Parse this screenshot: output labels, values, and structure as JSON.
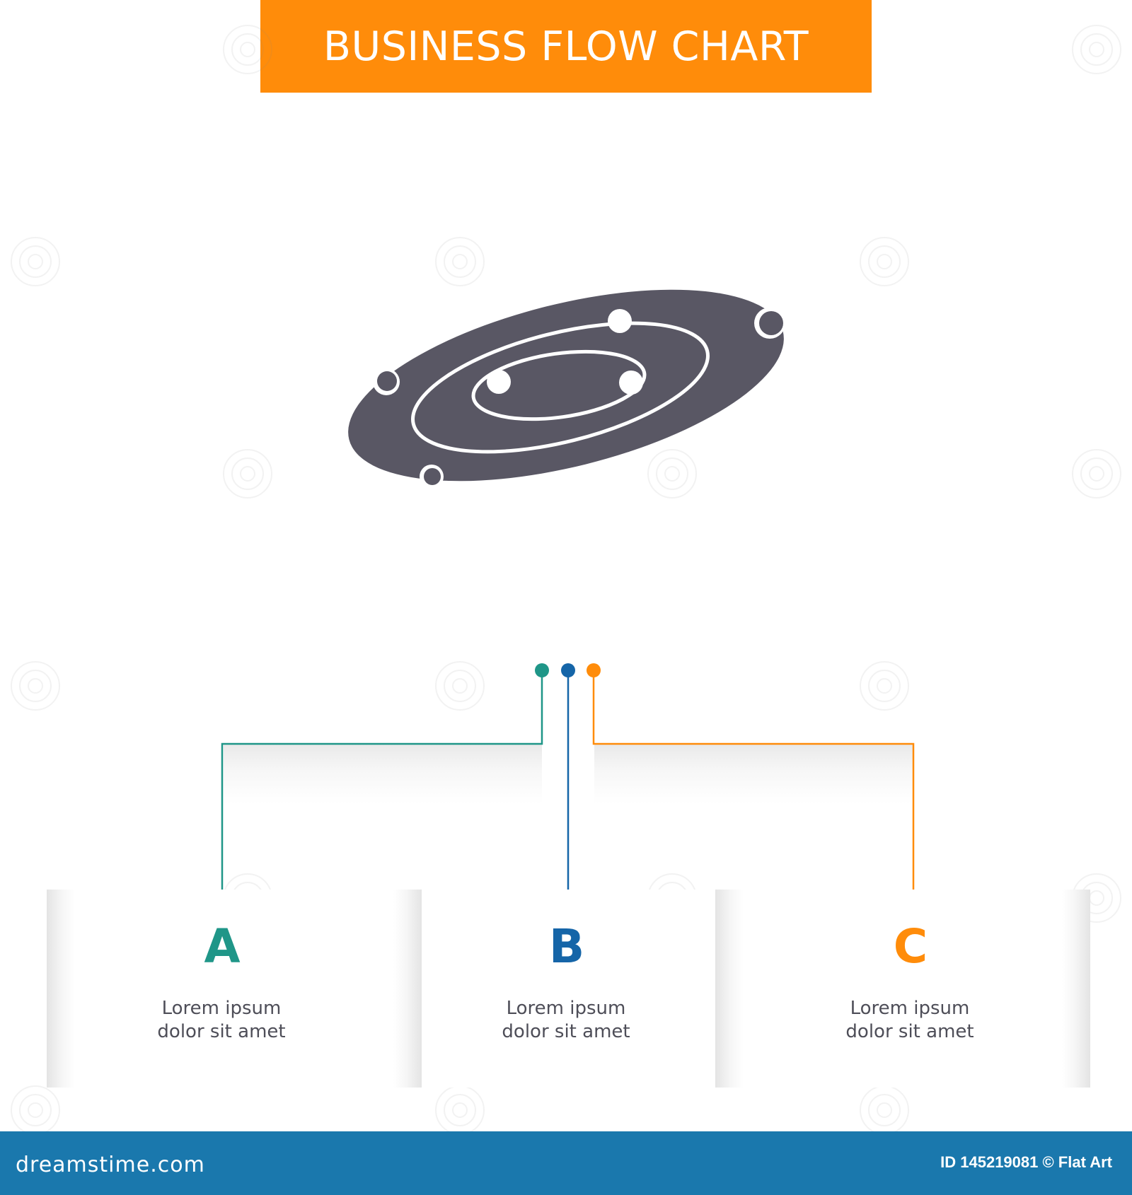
{
  "title": "BUSINESS FLOW CHART",
  "colors": {
    "banner": "#ff8c0a",
    "icon": "#595764",
    "teal": "#1f9688",
    "blue": "#1565a8",
    "orange": "#ff8c0a",
    "footer": "#1a78ad",
    "text": "#4e4e58"
  },
  "icon": "galaxy-orbit-icon",
  "steps": [
    {
      "letter": "A",
      "text_line1": "Lorem ipsum",
      "text_line2": "dolor sit amet",
      "color": "#1f9688"
    },
    {
      "letter": "B",
      "text_line1": "Lorem ipsum",
      "text_line2": "dolor sit amet",
      "color": "#1565a8"
    },
    {
      "letter": "C",
      "text_line1": "Lorem ipsum",
      "text_line2": "dolor sit amet",
      "color": "#ff8c0a"
    }
  ],
  "footer": {
    "brand": "dreamstime.com",
    "id_text": "ID 145219081 © Flat Art"
  }
}
